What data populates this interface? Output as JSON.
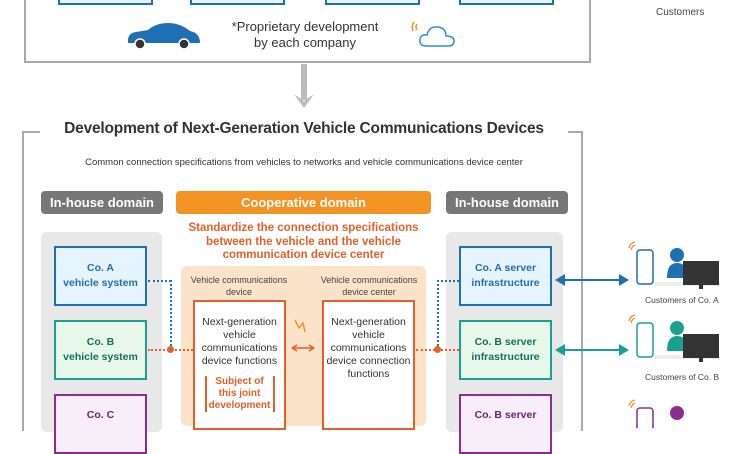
{
  "top": {
    "note_line1": "*Proprietary development",
    "note_line2": "by each company",
    "customers": "Customers"
  },
  "main": {
    "title": "Development of Next-Generation Vehicle Communications Devices",
    "subtitle": "Common connection specifications from vehicles to networks and vehicle communications device center",
    "domains": {
      "left": "In-house domain",
      "center": "Cooperative domain",
      "right": "In-house domain"
    },
    "standardize": [
      "Standardize the connection specifications",
      "between the vehicle and the vehicle",
      "communication device center"
    ],
    "vehicle_systems": [
      [
        "Co. A",
        "vehicle system"
      ],
      [
        "Co. B",
        "vehicle system"
      ],
      [
        "Co. C",
        ""
      ]
    ],
    "servers": [
      [
        "Co. A server",
        "infrastructure"
      ],
      [
        "Co. B server",
        "infrastructure"
      ],
      [
        "Co. B server",
        ""
      ]
    ],
    "device_label": [
      "Vehicle communications",
      "device"
    ],
    "center_label": [
      "Vehicle communications",
      "device center"
    ],
    "device_func": [
      "Next-generation",
      "vehicle",
      "communications",
      "device functions"
    ],
    "center_func": [
      "Next-generation",
      "vehicle",
      "communications",
      "device connection",
      "functions"
    ],
    "subject": [
      "Subject of",
      "this joint",
      "development"
    ],
    "customers": [
      "Customers of Co. A",
      "Customers of Co. B"
    ]
  },
  "colors": {
    "orange": "#f39323",
    "red_orange": "#e5602a",
    "blue": "#1f6fb3",
    "teal": "#1aa090",
    "purple": "#8a2d8f"
  }
}
